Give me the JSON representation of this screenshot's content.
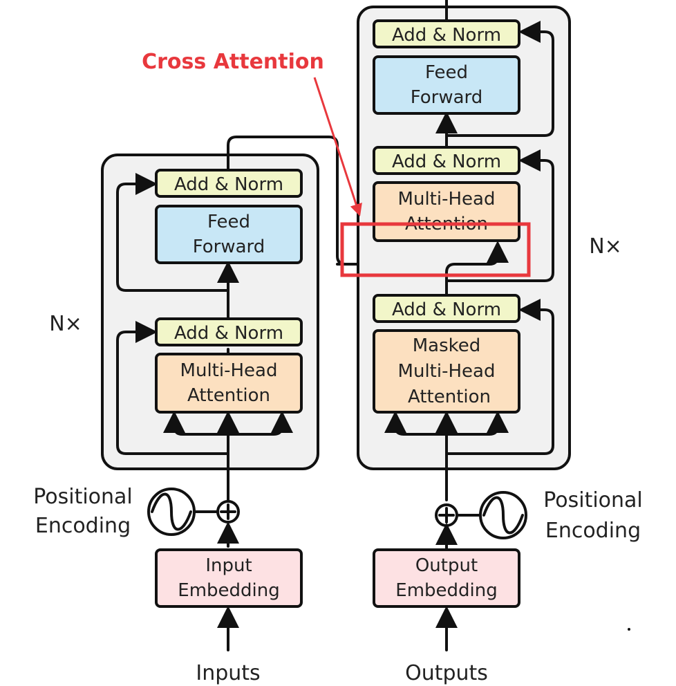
{
  "colors": {
    "add_norm": "#f2f6c9",
    "feed_forward": "#c8e7f6",
    "attention": "#fce0c0",
    "embedding": "#fde1e3",
    "stack_bg": "#f1f1f1",
    "stroke": "#111111",
    "highlight": "#e8383d"
  },
  "annotation": {
    "label": "Cross Attention"
  },
  "encoder": {
    "repeat_label": "N×",
    "add_norm_top": "Add & Norm",
    "feed_forward": [
      "Feed",
      "Forward"
    ],
    "add_norm_bottom": "Add & Norm",
    "attention": [
      "Multi-Head",
      "Attention"
    ],
    "positional_encoding": [
      "Positional",
      "Encoding"
    ],
    "embedding": [
      "Input",
      "Embedding"
    ],
    "input_label": "Inputs"
  },
  "decoder": {
    "repeat_label": "N×",
    "add_norm_top": "Add & Norm",
    "feed_forward": [
      "Feed",
      "Forward"
    ],
    "add_norm_middle": "Add & Norm",
    "cross_attention": [
      "Multi-Head",
      "Attention"
    ],
    "add_norm_bottom": "Add & Norm",
    "masked_attention": [
      "Masked",
      "Multi-Head",
      "Attention"
    ],
    "positional_encoding": [
      "Positional",
      "Encoding"
    ],
    "embedding": [
      "Output",
      "Embedding"
    ],
    "output_label": "Outputs"
  }
}
